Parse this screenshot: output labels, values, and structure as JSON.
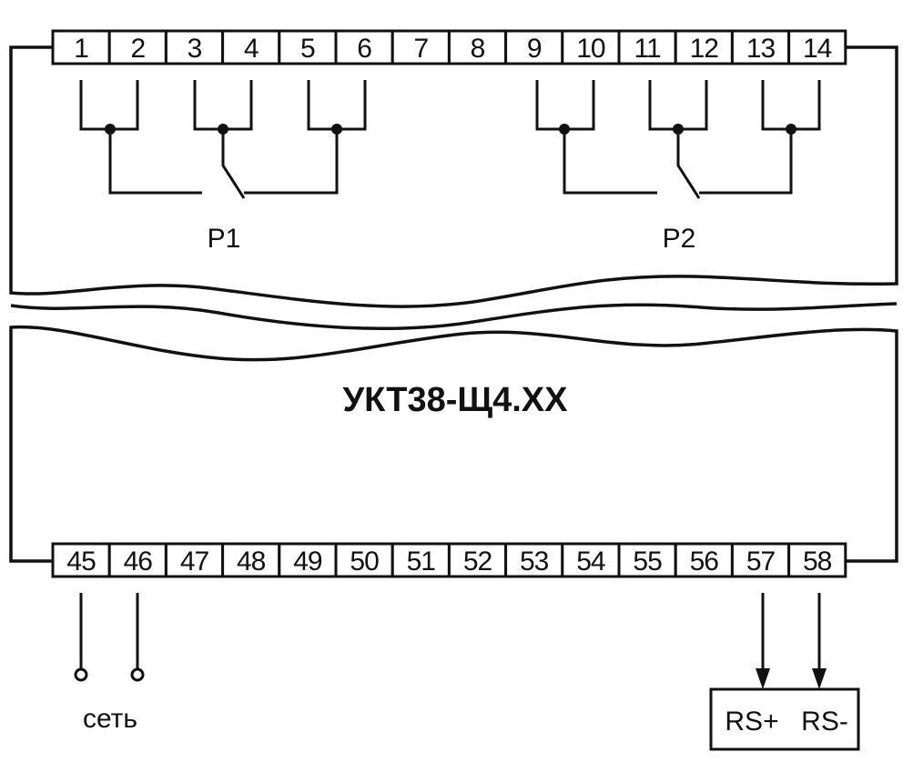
{
  "diagram": {
    "title": "УКТ38-Щ4.XX",
    "top_terminals": [
      "1",
      "2",
      "3",
      "4",
      "5",
      "6",
      "7",
      "8",
      "9",
      "10",
      "11",
      "12",
      "13",
      "14"
    ],
    "bottom_terminals": [
      "45",
      "46",
      "47",
      "48",
      "49",
      "50",
      "51",
      "52",
      "53",
      "54",
      "55",
      "56",
      "57",
      "58"
    ],
    "relays": [
      {
        "label": "Р1"
      },
      {
        "label": "Р2"
      }
    ],
    "power_label": "сеть",
    "rs_plus": "RS+",
    "rs_minus": "RS-"
  }
}
